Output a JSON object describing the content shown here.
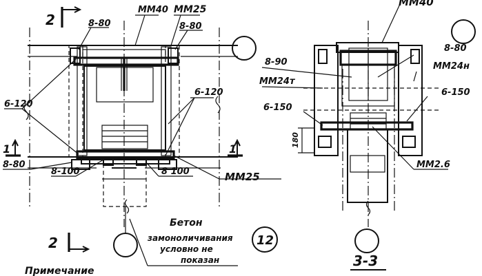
{
  "labels": {
    "sec2_top_num": "2",
    "sec2_bot_num": "2",
    "sec1_left_num": "1",
    "sec1_right_num": "1",
    "mm40_left": "ММ40",
    "mm25_top": "ММ25",
    "r880_top_left": "8-80",
    "r880_top_right": "8-80",
    "r6120_left": "6-120",
    "r6120_right": "6-120",
    "r880_left": "8-80",
    "r8100_left": "8-100",
    "r8100_right": "8 100",
    "mm25_right": "ММ25",
    "mm40_right": "ММ40",
    "r890": "8-90",
    "r880_r": "8-80",
    "mm24t": "ММ24т",
    "mm24n": "ММ24н",
    "r6150_left": "6-150",
    "r6150_right": "6-150",
    "dim180": "180",
    "mm26": "ММ2.6",
    "note_line1": "Бетон",
    "note_line2": "замоноличивания",
    "note_line3": "условно не",
    "note_line4": "показан",
    "detail_num": "12",
    "section33": "3-3",
    "remark": "Примечание"
  }
}
